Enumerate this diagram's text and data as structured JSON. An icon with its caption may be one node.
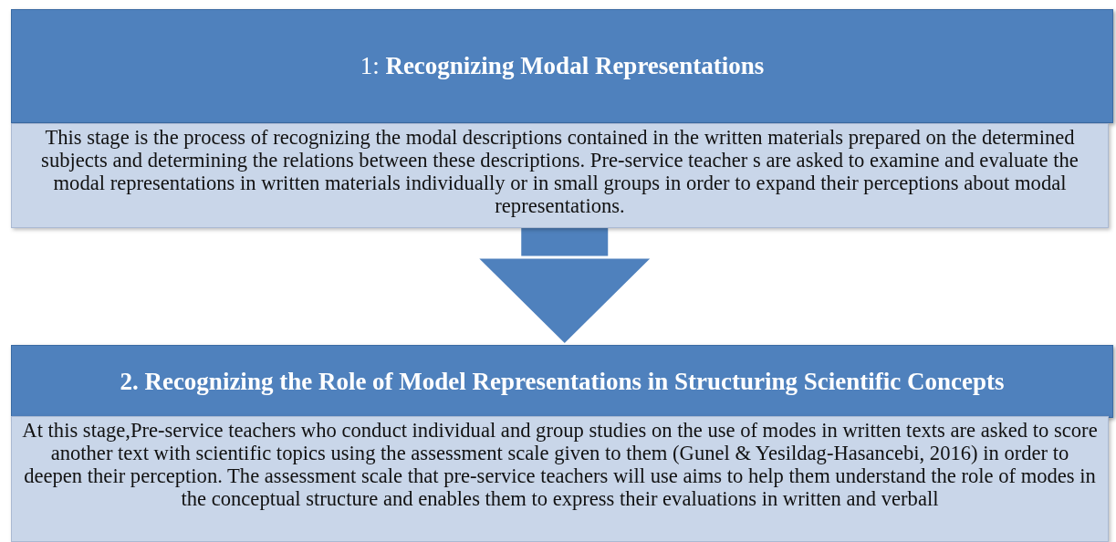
{
  "diagram": {
    "nodes": [
      {
        "text": [
          "1: **Recognizing Modal Representations**"
        ]
      },
      {
        "text": [
          "This stage is the process of recognizing the modal descriptions contained in the written materials prepared on the determined subjects and determining the relations between these descriptions. Pre-service teacher s  are asked to examine and evaluate the modal representations in written materials individually or in small groups in order to expand their perceptions about modal representations."
        ]
      },
      {
        "text": [
          "2. Recognizing the Role of Model Representations in Structuring Scientific Concepts"
        ]
      },
      {
        "text": [
          "At this stage,Pre-service teachers  who conduct individual and group studies on the use of modes in written texts are asked to score another text with scientific topics using the assessment scale given to them (Gunel & Yesildag-Hasancebi, 2016) in order to deepen their perception. The assessment scale that pre-service teachers will use aims to help them understand the role of modes in the conceptual structure and enables them to express their evaluations in written and verball"
        ]
      }
    ],
    "edges": [
      {
        "from": 1,
        "to": 2,
        "arrow": "to"
      }
    ]
  }
}
